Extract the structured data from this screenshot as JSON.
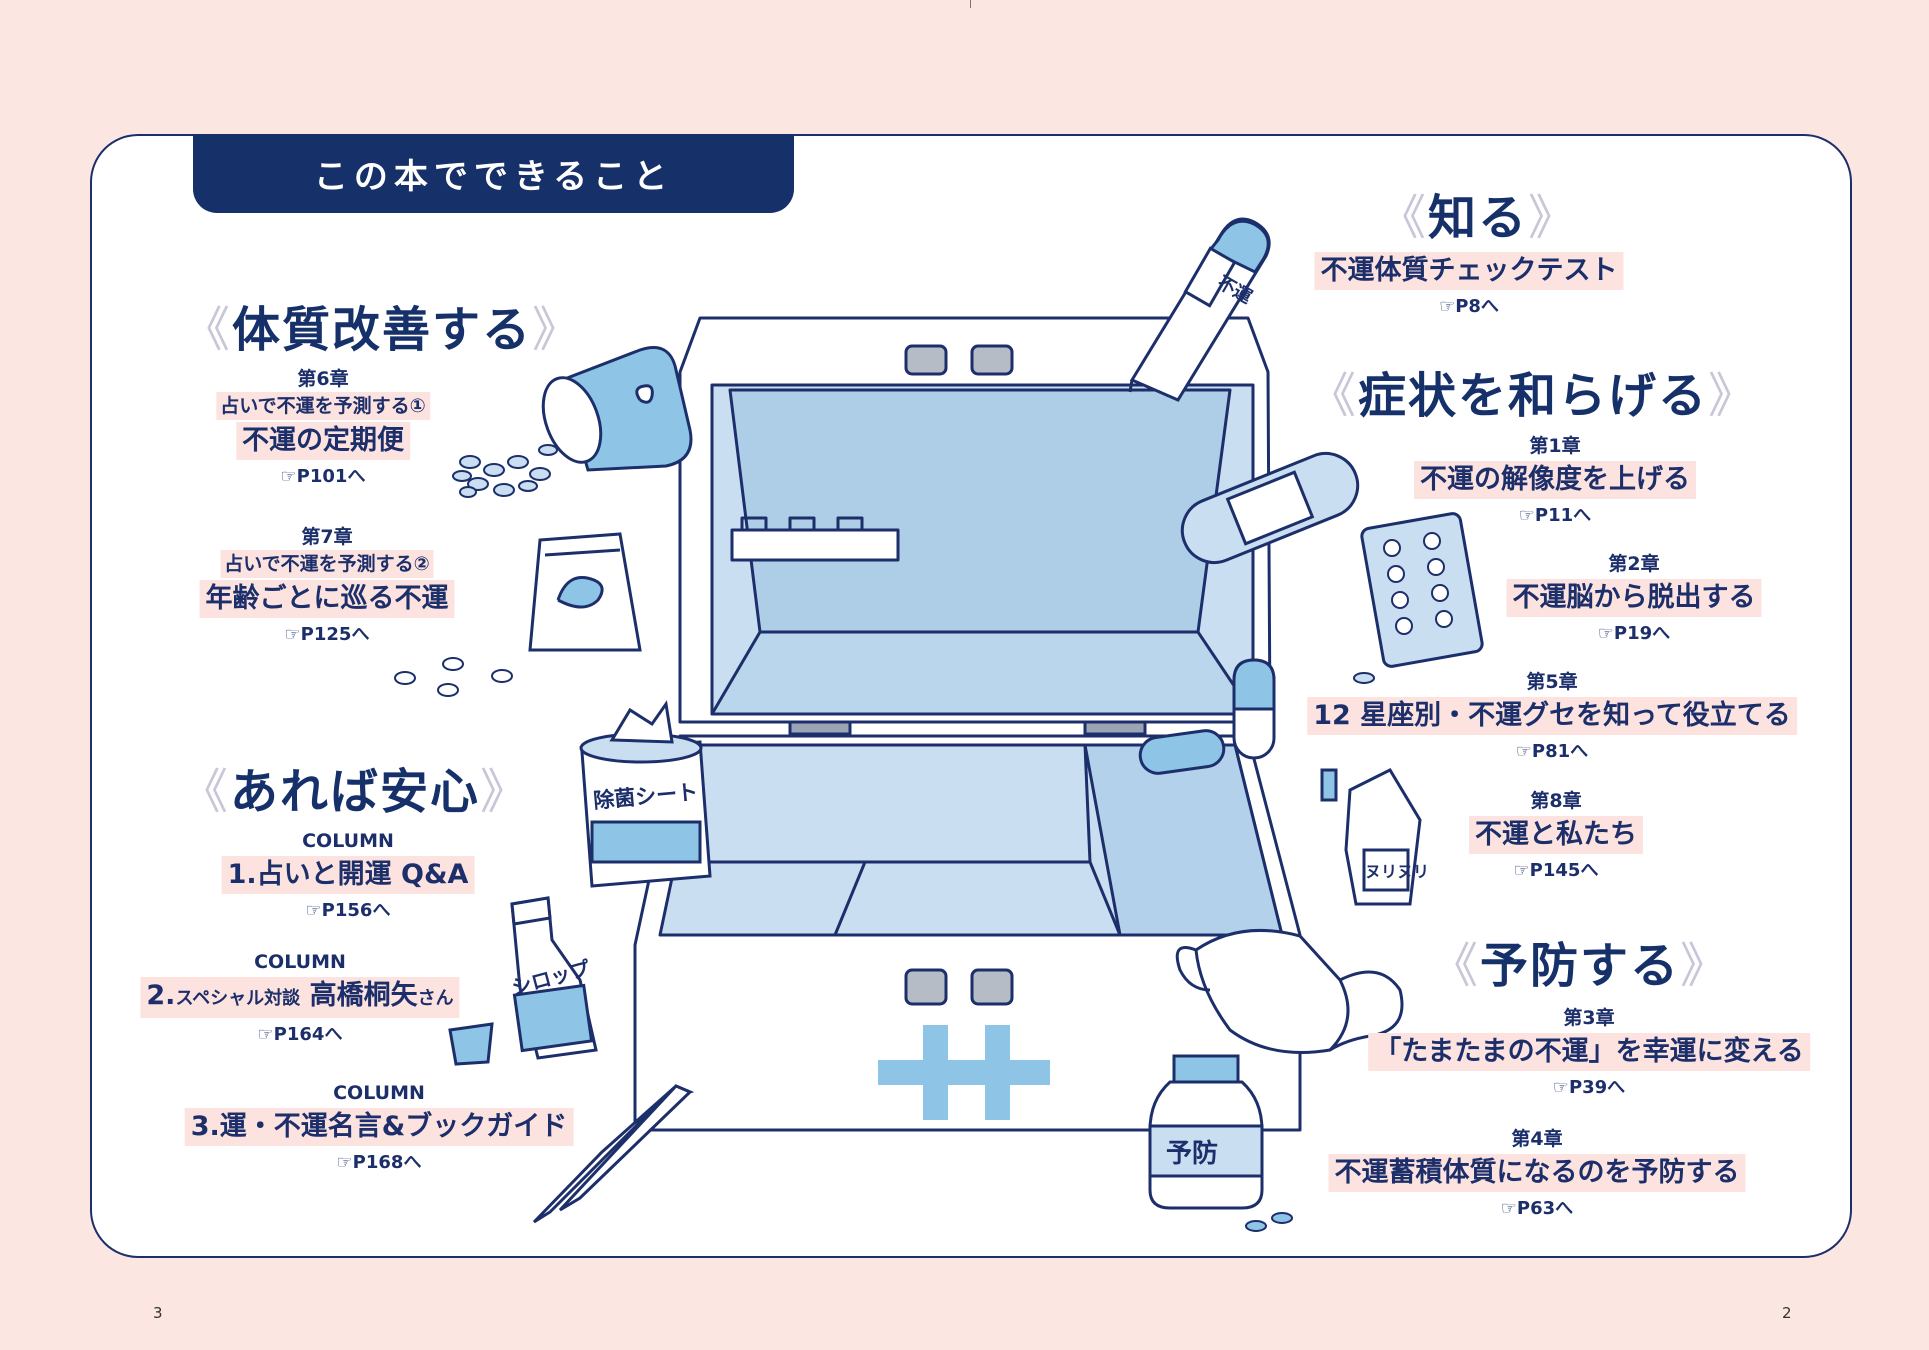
{
  "header": {
    "title": "この本でできること"
  },
  "page_numbers": {
    "left": "3",
    "right": "2"
  },
  "headings": {
    "shiru": "知る",
    "taishitsu": "体質改善する",
    "shoujou": "症状を和らげる",
    "areba": "あれば安心",
    "yobou": "予防する",
    "bracket_open": "《",
    "bracket_close": "》"
  },
  "items": {
    "shiru1": {
      "title": "不運体質チェックテスト",
      "page": "☞P8へ"
    },
    "ch6": {
      "chapter": "第6章",
      "sub": "占いで不運を予測する①",
      "title": "不運の定期便",
      "page": "☞P101へ"
    },
    "ch7": {
      "chapter": "第7章",
      "sub": "占いで不運を予測する②",
      "title": "年齢ごとに巡る不運",
      "page": "☞P125へ"
    },
    "ch1": {
      "chapter": "第1章",
      "title": "不運の解像度を上げる",
      "page": "☞P11へ"
    },
    "ch2": {
      "chapter": "第2章",
      "title": "不運脳から脱出する",
      "page": "☞P19へ"
    },
    "ch5": {
      "chapter": "第5章",
      "title": "12 星座別・不運グセを知って役立てる",
      "page": "☞P81へ"
    },
    "ch8": {
      "chapter": "第8章",
      "title": "不運と私たち",
      "page": "☞P145へ"
    },
    "col1": {
      "chapter": "COLUMN",
      "title": "1.占いと開運 Q&A",
      "page": "☞P156へ"
    },
    "col2": {
      "chapter": "COLUMN",
      "prefix": "2.",
      "small": "スペシャル対談",
      "name": "高橋桐矢",
      "suffix": "さん",
      "page": "☞P164へ"
    },
    "col3": {
      "chapter": "COLUMN",
      "title": "3.運・不運名言&ブックガイド",
      "page": "☞P168へ"
    },
    "ch3": {
      "chapter": "第3章",
      "title": "「たまたまの不運」を幸運に変える",
      "page": "☞P39へ"
    },
    "ch4": {
      "chapter": "第4章",
      "title": "不運蓄積体質になるのを予防する",
      "page": "☞P63へ"
    }
  },
  "illustration_labels": {
    "thermometer": "不運",
    "wipes": "除菌シート",
    "syrup": "シロップ",
    "ointment": "ヌリヌリ",
    "prevent_bottle": "予防"
  },
  "colors": {
    "navy": "#163069",
    "background": "#fce6e2",
    "highlight": "#fde3df",
    "box_blue": "#c9def0",
    "cross_blue": "#8ec4e6"
  }
}
